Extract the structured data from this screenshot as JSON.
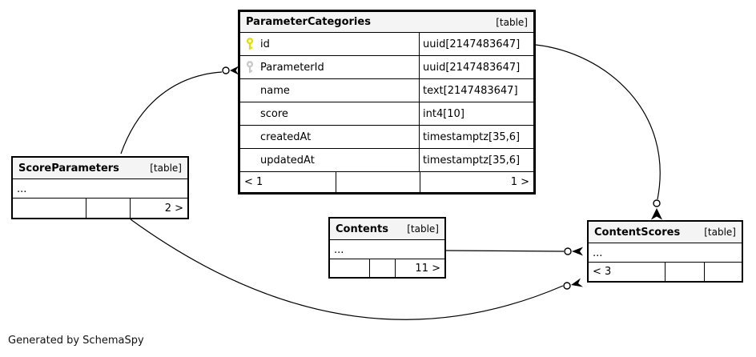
{
  "diagram": {
    "generator_note": "Generated by SchemaSpy",
    "tables": [
      {
        "name": "ParameterCategories",
        "badge": "[table]",
        "columns": [
          {
            "name": "id",
            "type": "uuid[2147483647]",
            "key": "primary-key"
          },
          {
            "name": "ParameterId",
            "type": "uuid[2147483647]",
            "key": "foreign-key"
          },
          {
            "name": "name",
            "type": "text[2147483647]",
            "key": ""
          },
          {
            "name": "score",
            "type": "int4[10]",
            "key": ""
          },
          {
            "name": "createdAt",
            "type": "timestamptz[35,6]",
            "key": ""
          },
          {
            "name": "updatedAt",
            "type": "timestamptz[35,6]",
            "key": ""
          }
        ],
        "footer": {
          "left": "< 1",
          "middle": "",
          "right": "1 >"
        }
      },
      {
        "name": "ScoreParameters",
        "badge": "[table]",
        "collapsed_columns": "...",
        "footer": {
          "left": "",
          "middle": "",
          "right": "2 >"
        }
      },
      {
        "name": "Contents",
        "badge": "[table]",
        "collapsed_columns": "...",
        "footer": {
          "left": "",
          "middle": "",
          "right": "11 >"
        }
      },
      {
        "name": "ContentScores",
        "badge": "[table]",
        "collapsed_columns": "...",
        "footer": {
          "left": "< 3",
          "middle": "",
          "right": ""
        }
      }
    ],
    "relationships": [
      {
        "from": "ScoreParameters",
        "to": "ParameterCategories.ParameterId",
        "end_marker": "zero-or-many"
      },
      {
        "from": "ParameterCategories.id",
        "to": "ContentScores",
        "end_marker": "zero-or-many"
      },
      {
        "from": "Contents",
        "to": "ContentScores",
        "end_marker": "zero-or-many"
      },
      {
        "from": "ScoreParameters",
        "to": "ContentScores",
        "end_marker": "zero-or-many"
      }
    ],
    "colors": {
      "primary_key_icon": "#dede10",
      "foreign_key_icon": "#c9c9c9",
      "header_bg": "#f4f4f4",
      "line": "#000000"
    }
  }
}
